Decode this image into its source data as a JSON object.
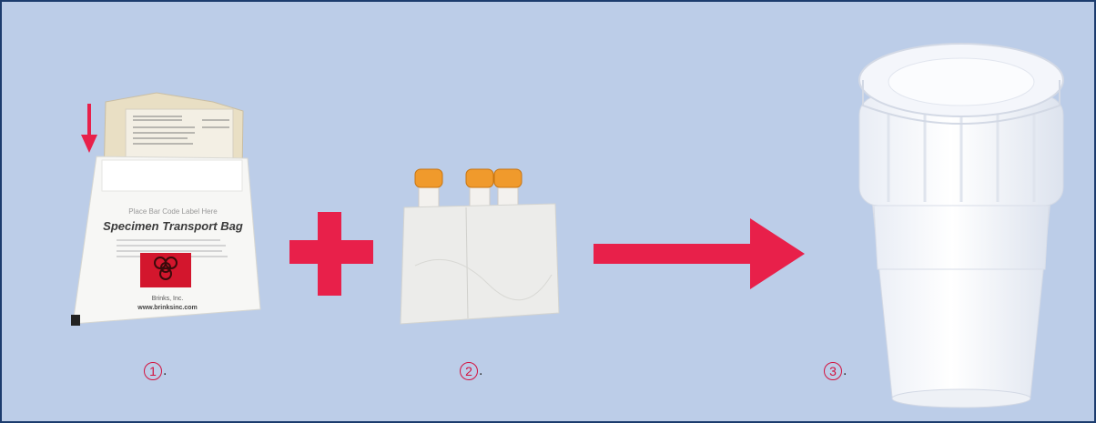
{
  "accent_color": "#e8204a",
  "background_color": "#bccde8",
  "border_color": "#1c3c6e",
  "bag": {
    "label_line": "Place Bar Code Label Here",
    "title": "Specimen Transport Bag",
    "logo_text": "Brinks, Inc.",
    "website": "www.brinksinc.com"
  },
  "steps": [
    {
      "number": "1",
      "suffix": "."
    },
    {
      "number": "2",
      "suffix": "."
    },
    {
      "number": "3",
      "suffix": "."
    }
  ]
}
